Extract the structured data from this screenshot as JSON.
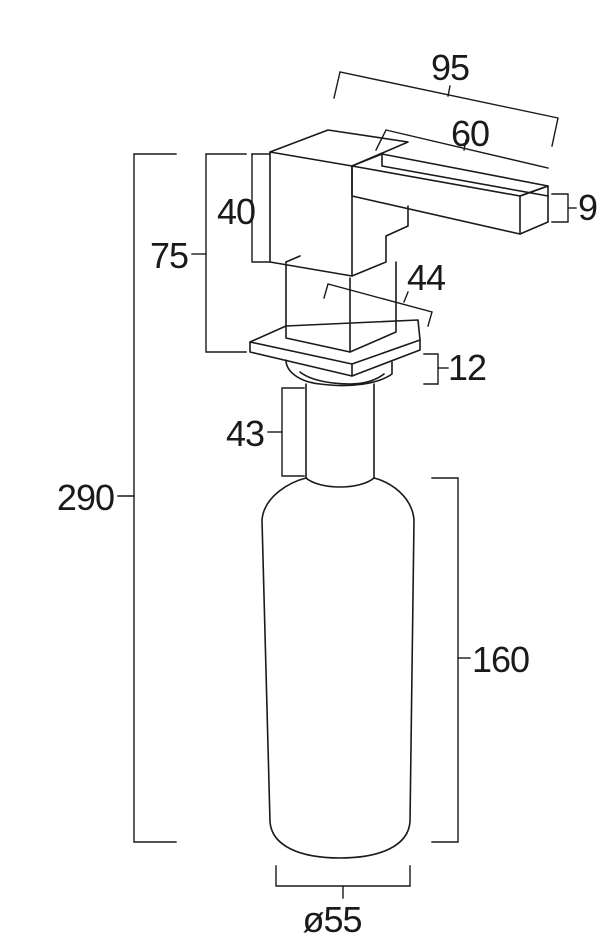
{
  "dimensions": {
    "overall_height": "290",
    "head_height": "75",
    "head_block_height": "40",
    "spout_length": "95",
    "spout_arm_length": "60",
    "spout_thickness": "9",
    "neck_width": "44",
    "flange_thickness": "12",
    "shank_length": "43",
    "bottle_height": "160",
    "bottle_diameter": "ø55"
  }
}
